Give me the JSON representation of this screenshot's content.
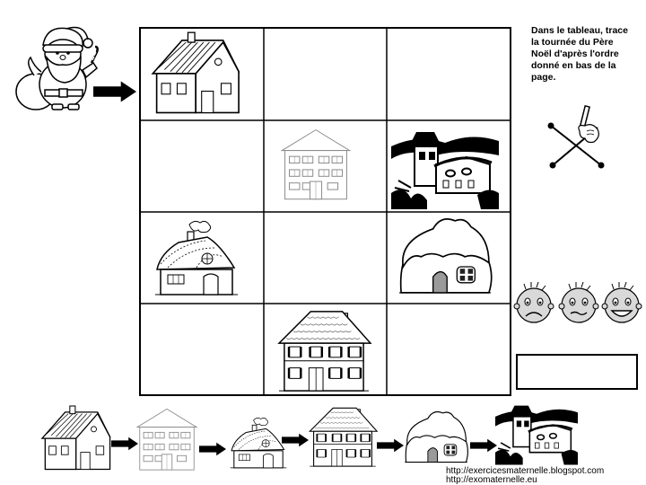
{
  "instruction": {
    "line1": "Dans le tableau, trace",
    "line2": "la tournée du Père",
    "line3": "Noël d'après l'ordre",
    "line4": "donné en bas de la",
    "line5": "page."
  },
  "grid": {
    "rows": 4,
    "columns": 3,
    "cells": [
      {
        "row": 1,
        "col": 1,
        "content": "house-gabled-icon"
      },
      {
        "row": 1,
        "col": 2,
        "content": ""
      },
      {
        "row": 1,
        "col": 3,
        "content": ""
      },
      {
        "row": 2,
        "col": 1,
        "content": ""
      },
      {
        "row": 2,
        "col": 2,
        "content": "house-grey-apartment-icon"
      },
      {
        "row": 2,
        "col": 3,
        "content": "house-haunted-icon"
      },
      {
        "row": 3,
        "col": 1,
        "content": "house-cottage-icon"
      },
      {
        "row": 3,
        "col": 2,
        "content": ""
      },
      {
        "row": 3,
        "col": 3,
        "content": "house-igloo-icon"
      },
      {
        "row": 4,
        "col": 1,
        "content": ""
      },
      {
        "row": 4,
        "col": 2,
        "content": "house-manor-icon"
      },
      {
        "row": 4,
        "col": 3,
        "content": ""
      }
    ]
  },
  "sequence": [
    "house-gabled-icon",
    "house-grey-apartment-icon",
    "house-cottage-icon",
    "house-manor-icon",
    "house-igloo-icon",
    "house-haunted-icon"
  ],
  "evaluation": {
    "faces": [
      "sad-face-icon",
      "neutral-face-icon",
      "happy-face-icon"
    ]
  },
  "footer": {
    "link1": "http://exercicesmaternelle.blogspot.com",
    "link2": "http://exomaternelle.eu"
  },
  "colors": {
    "line": "#000000",
    "light_line": "#8a8a8a",
    "face_fill": "#d9d9d9"
  }
}
